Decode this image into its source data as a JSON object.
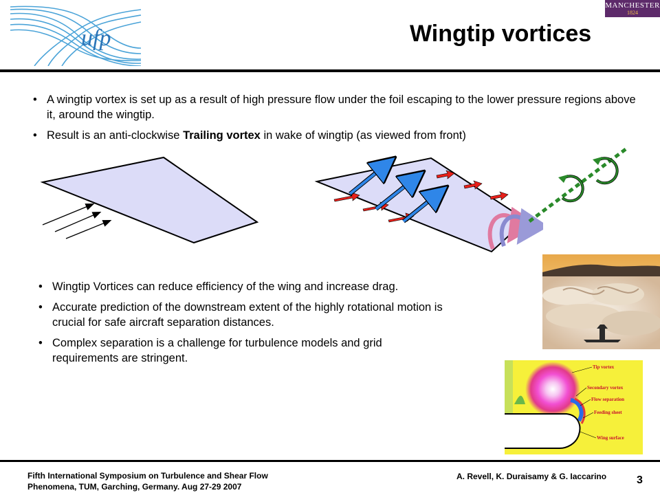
{
  "header": {
    "title": "Wingtip vortices",
    "logo_text": "ufp",
    "university_logo": {
      "name": "MANCHESTER",
      "year": "1824"
    }
  },
  "top_bullets": [
    {
      "text_parts": [
        {
          "text": "A wingtip vortex is set up as a result of high pressure flow under the foil escaping to the lower pressure regions above it, around the wingtip.",
          "bold": false
        }
      ]
    },
    {
      "text_parts": [
        {
          "text": "Result is an anti-clockwise ",
          "bold": false
        },
        {
          "text": "Trailing vortex",
          "bold": true
        },
        {
          "text": " in wake of wingtip (as viewed from front)",
          "bold": false
        }
      ]
    }
  ],
  "bottom_bullets": [
    "Wingtip Vortices can reduce efficiency of the wing and increase drag.",
    "Accurate prediction of the downstream extent of the highly rotational motion is crucial for safe aircraft separation distances.",
    "Complex separation is a challenge for turbulence models and grid requirements are stringent."
  ],
  "cfd_labels": [
    "Tip vortex",
    "Secondary vortex",
    "Flow separation",
    "Feeding sheet",
    "Wing surface"
  ],
  "footer": {
    "left_line1": "Fifth International Symposium on Turbulence and Shear Flow",
    "left_line2": "Phenomena, TUM, Garching, Germany. Aug 27-29 2007",
    "authors": "A. Revell, K. Duraisamy & G. Iaccarino",
    "page_number": "3"
  },
  "colors": {
    "wing_fill": "#dcdcf8",
    "upwash_arrow": "#2f86e8",
    "pressure_arrow": "#e8201a",
    "vortex_trail": "#2a8a2a",
    "cfd_background": "#f6f03a"
  }
}
